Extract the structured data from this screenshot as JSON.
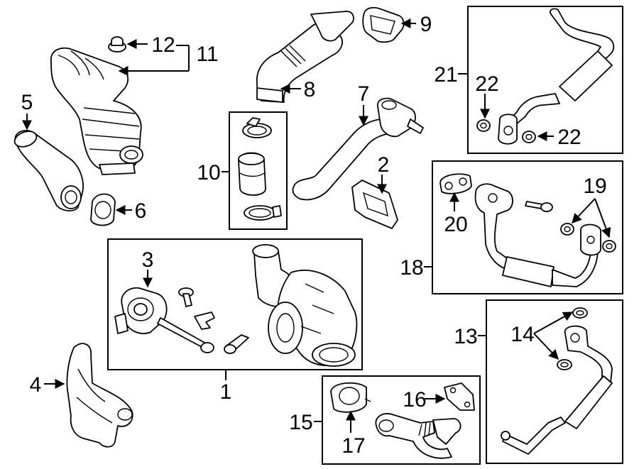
{
  "labels": {
    "l1": "1",
    "l2": "2",
    "l3": "3",
    "l4": "4",
    "l5": "5",
    "l6": "6",
    "l7": "7",
    "l8": "8",
    "l9": "9",
    "l10": "10",
    "l11": "11",
    "l12": "12",
    "l13": "13",
    "l14": "14",
    "l15": "15",
    "l16": "16",
    "l17": "17",
    "l18": "18",
    "l19": "19",
    "l20": "20",
    "l21": "21",
    "l22a": "22",
    "l22b": "22"
  }
}
